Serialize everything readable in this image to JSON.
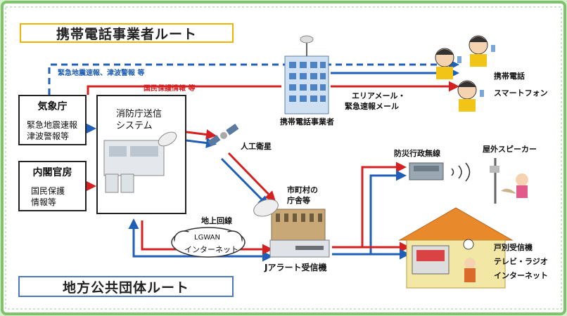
{
  "routes": {
    "carrier": "携帯電話事業者ルート",
    "local": "地方公共団体ルート"
  },
  "sources": {
    "jma": {
      "title": "気象庁",
      "lines": [
        "緊急地震速報",
        "津波警報等"
      ]
    },
    "cabinet": {
      "title": "内閣官房",
      "lines": [
        "国民保護",
        "情報等"
      ]
    }
  },
  "fdma": {
    "lines": [
      "消防庁送信",
      "システム"
    ]
  },
  "labels": {
    "eq_tsunami": "緊急地震速報、津波警報 等",
    "civil_protection": "国民保護情報 等",
    "area_mail": [
      "エリアメール・",
      "緊急速報メール"
    ],
    "carrier": "携帯電話事業者",
    "satellite": "人工衛星",
    "municipal": [
      "市町村の",
      "庁舎等"
    ],
    "ground_line": "地上回線",
    "lgwan": [
      "LGWAN",
      "インターネット"
    ],
    "j_alert": "Jアラート受信機",
    "disaster_radio": "防災行政無線",
    "outdoor_speaker": "屋外スピーカー",
    "phones": [
      "携帯電話",
      "スマートフォン"
    ],
    "home": [
      "戸別受信機",
      "テレビ・ラジオ",
      "インターネット"
    ]
  },
  "colors": {
    "blue": "#1f5fb8",
    "red": "#d42020",
    "frame": "#7fc36b",
    "carrier_border": "#f0b400",
    "local_border": "#4a78c0",
    "roof": "#e8892c"
  }
}
